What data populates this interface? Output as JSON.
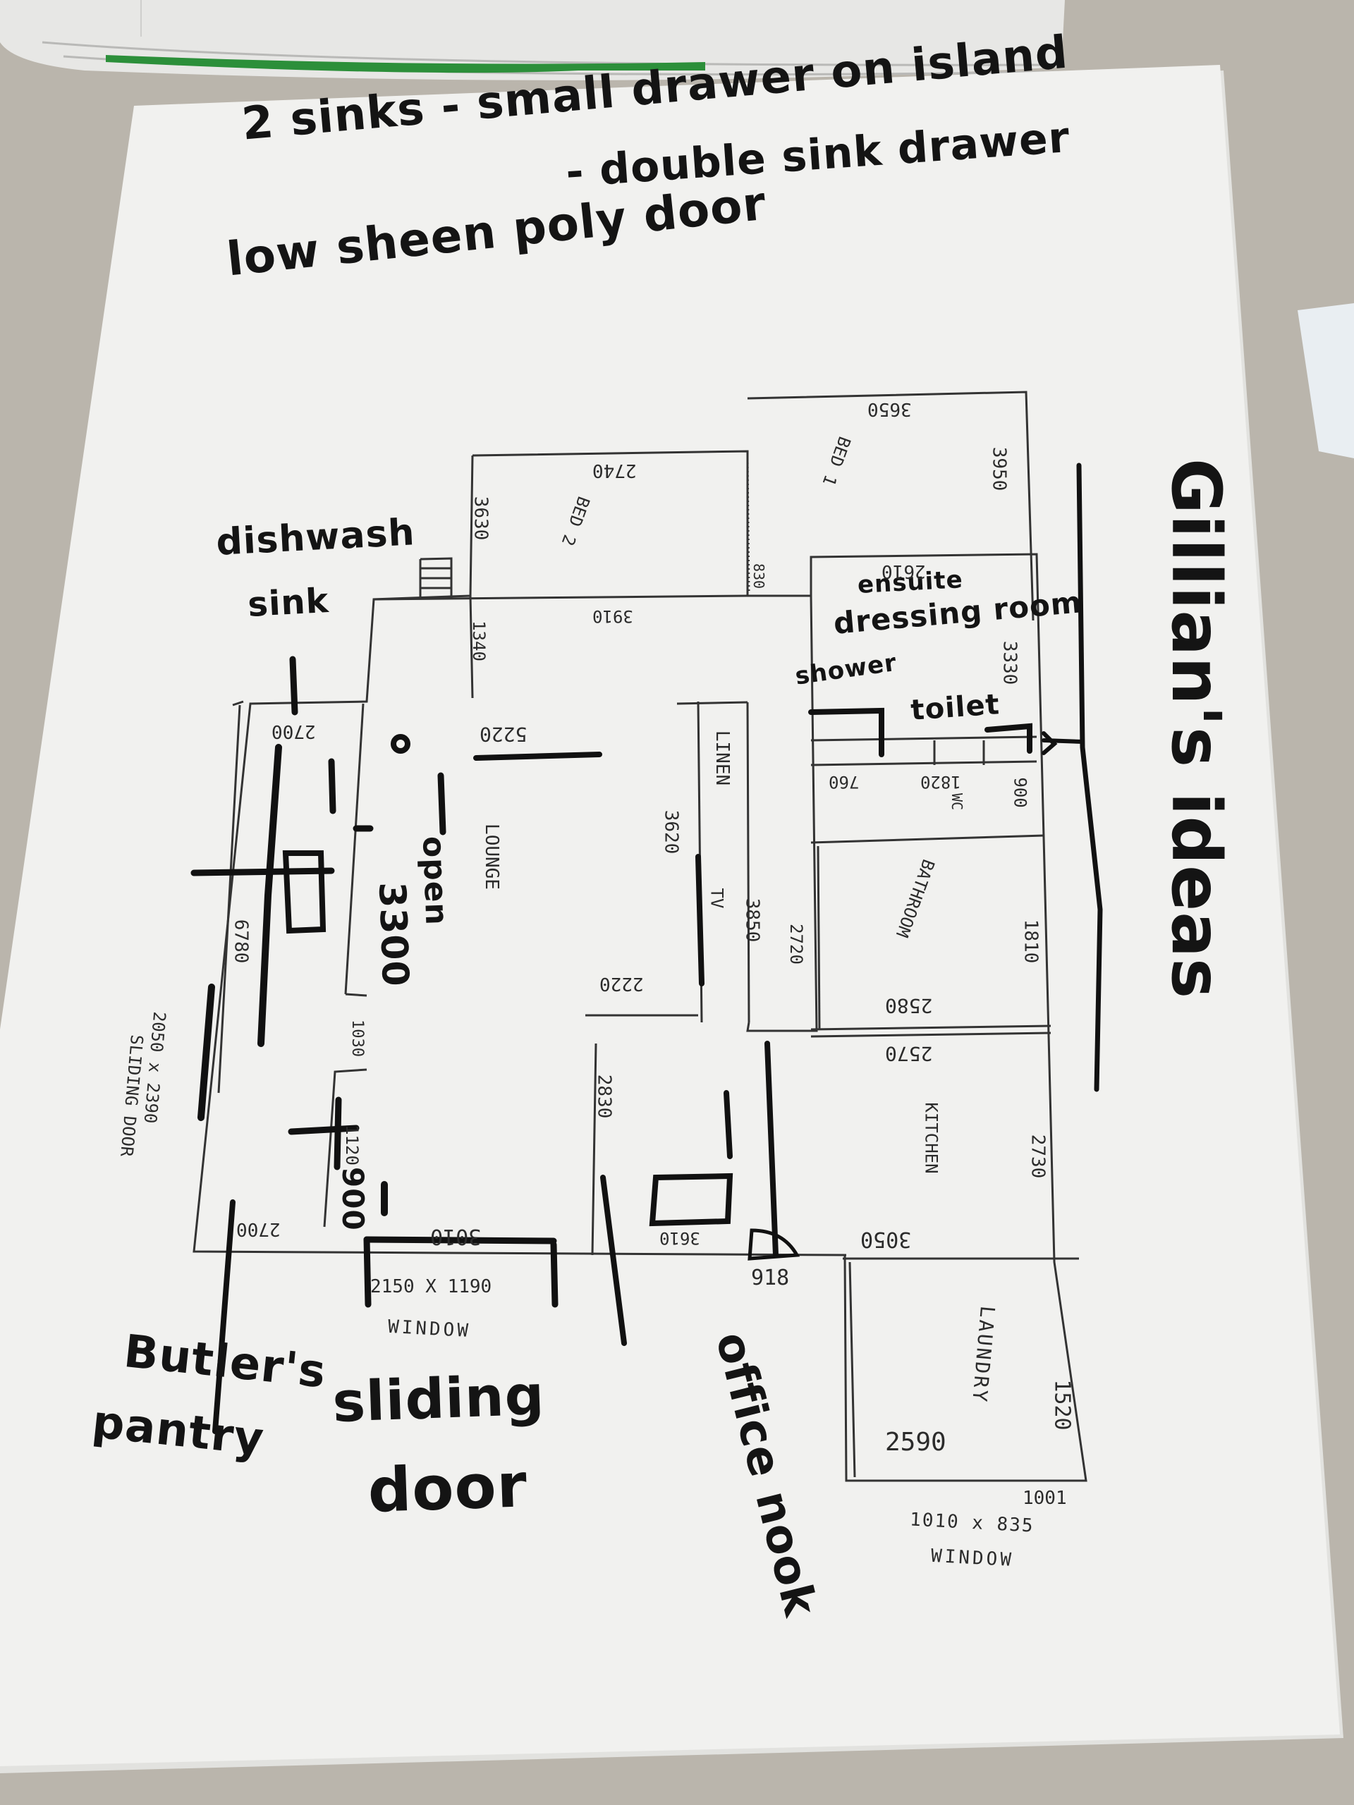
{
  "notes": {
    "sinks_line_a": "2 sinks - small drawer on island",
    "sinks_line_b": "- double sink drawer",
    "door_line": "low sheen poly door",
    "side_title": "Gillian's ideas",
    "dishwasher_a": "dishwash",
    "dishwasher_b": "sink",
    "open_label": "open",
    "open_value": "3300",
    "ensuite": "ensuite",
    "dressing_room": "dressing room",
    "shower": "shower",
    "toilet": "toilet",
    "butlers_a": "Butler's",
    "butlers_b": "pantry",
    "sliding_a": "sliding",
    "sliding_b": "door",
    "office_nook": "office nook",
    "small_900": "900"
  },
  "plan": {
    "top_3650": "3650",
    "right_3950": "3950",
    "bed1": "BED 1",
    "top_2740": "2740",
    "left_3630": "3630",
    "bed2": "BED 2",
    "hall_3910": "3910",
    "hall_1340": "1340",
    "ensuite_2610": "2610",
    "ensuite_3330": "3330",
    "small_830": "830",
    "left_2700": "2700",
    "lounge_5220": "5220",
    "lounge": "LOUNGE",
    "linen": "LINEN",
    "linen_3620": "3620",
    "tv": "TV",
    "ens_760": "760",
    "ens_1820": "1820",
    "ens_900": "900",
    "wc": "WC",
    "bathroom": "BATHROOM",
    "bath_1810": "1810",
    "bath_2580": "2580",
    "kitchen_2570": "2570",
    "kitchen": "KITCHEN",
    "kitchen_2730": "2730",
    "kitchen_3050": "3050",
    "pantry_6780": "6780",
    "mid_3850": "3850",
    "mid_2720": "2720",
    "mid_2220": "2220",
    "nook_2830": "2830",
    "nook_3610": "3610",
    "nook_918": "918",
    "dim_1030": "1030",
    "dim_1120": "1120",
    "bottom_2700": "2700",
    "bottom_3010": "3010",
    "window1_size": "2150 X 1190",
    "window1_label": "WINDOW",
    "sliding_door_size": "2050 x 2390",
    "sliding_door_label": "SLIDING DOOR",
    "laundry": "LAUNDRY",
    "laundry_1520": "1520",
    "laundry_2590": "2590",
    "laundry_1001": "1001",
    "window2_size": "1010 x 835",
    "window2_label": "WINDOW"
  },
  "colors": {
    "table": "#b9b4ab",
    "paper": "#f1f1ef",
    "ink": "#141414",
    "print": "#2b2b2b"
  }
}
